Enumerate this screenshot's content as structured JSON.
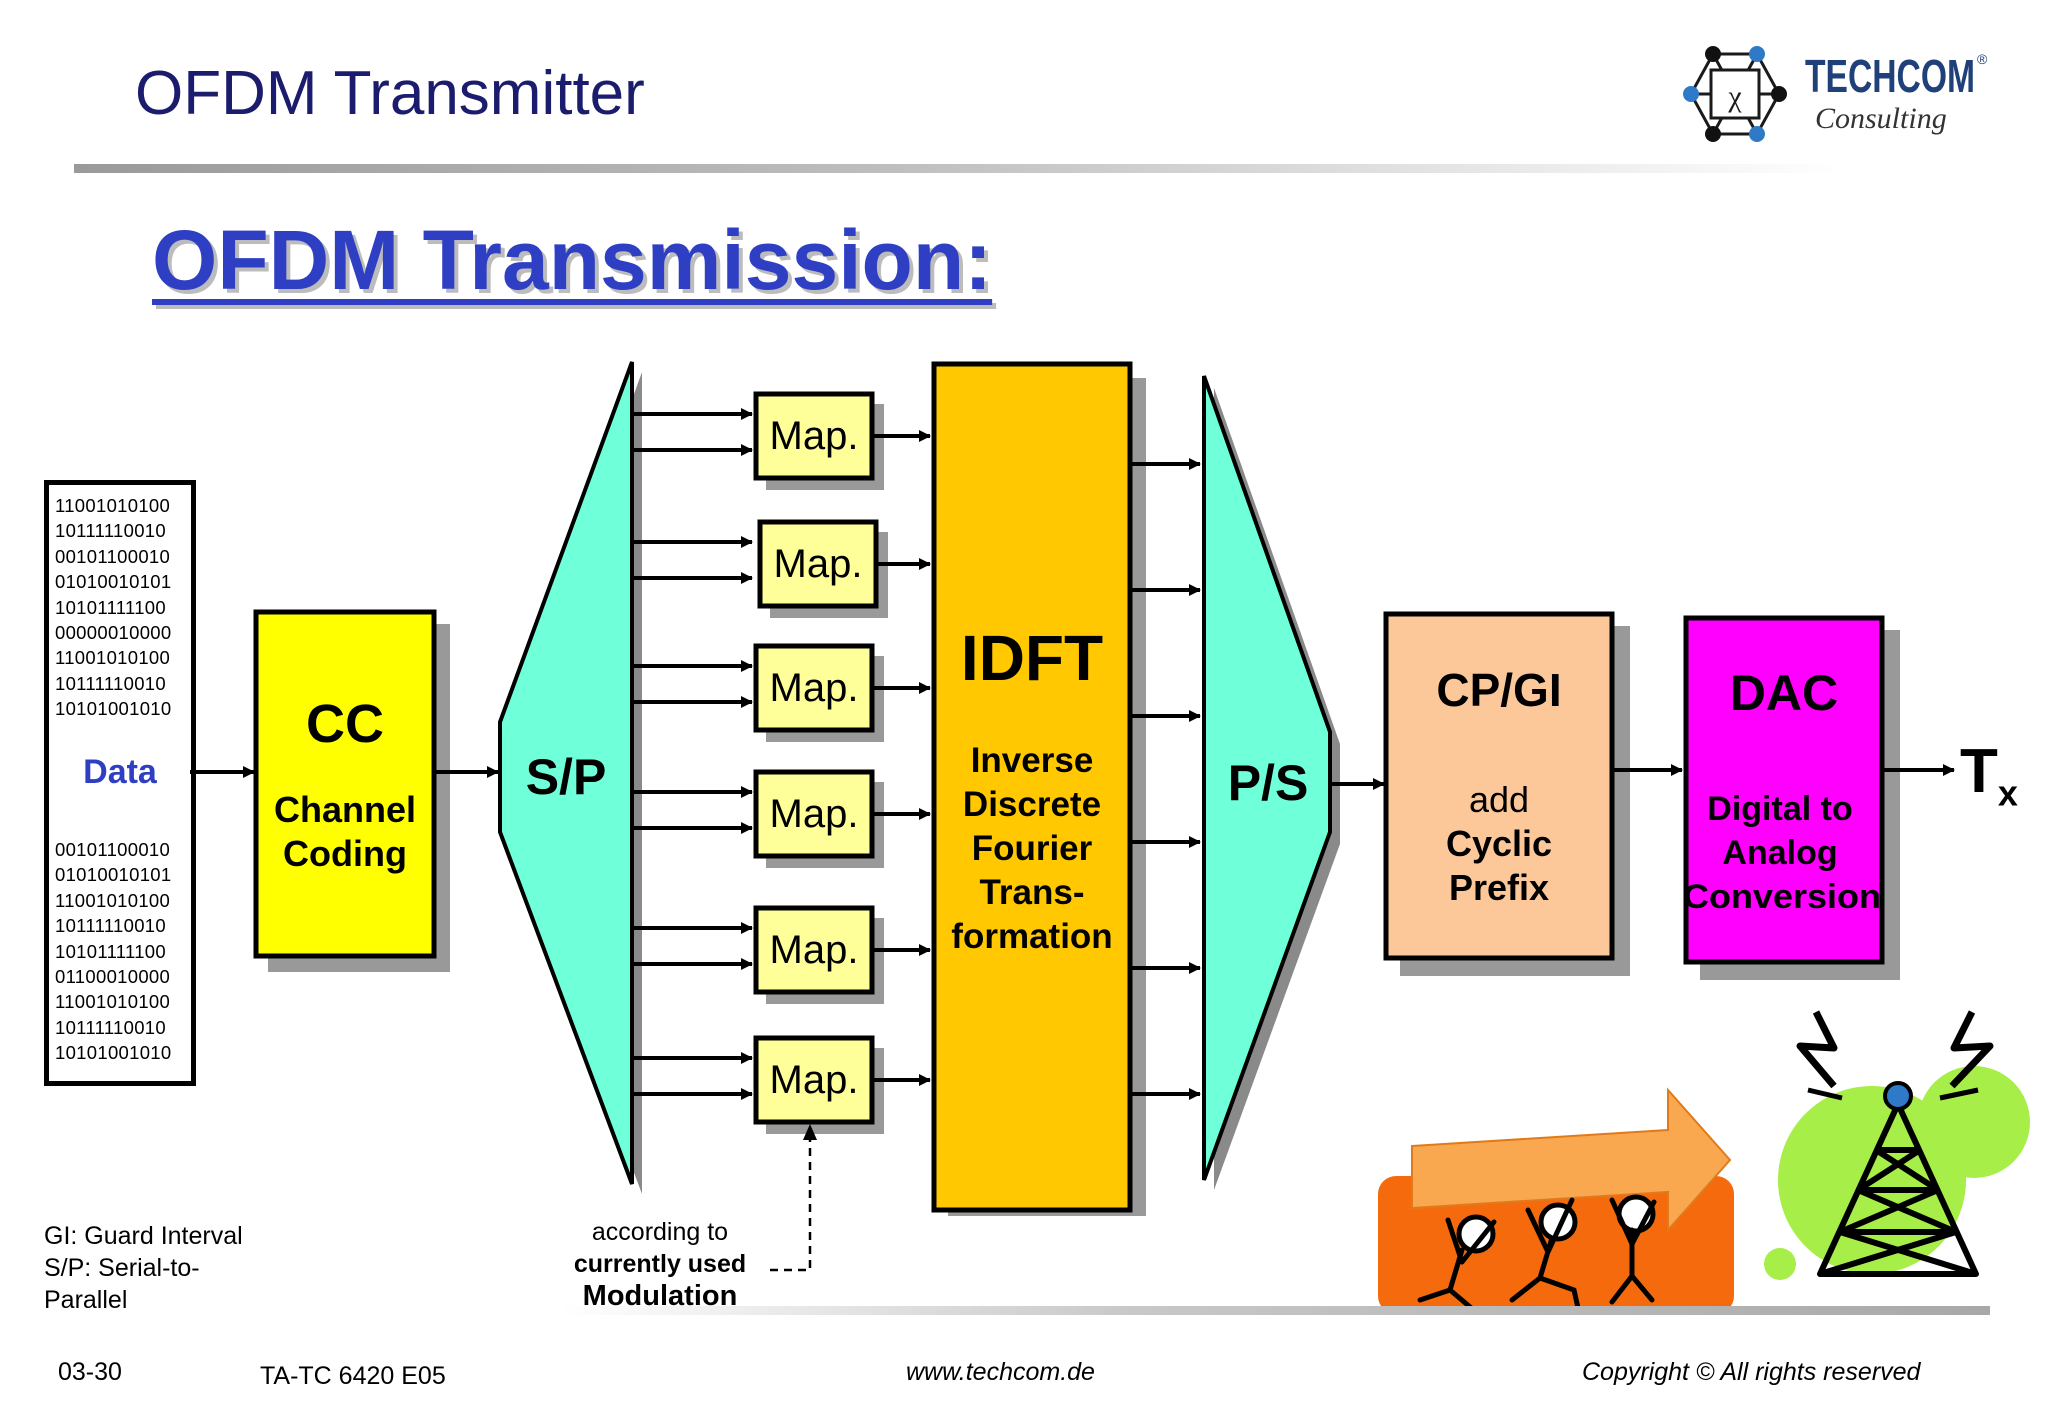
{
  "header": {
    "title": "OFDM Transmitter",
    "logo_name": "TECHCOM",
    "logo_registered": "®",
    "logo_sub": "Consulting"
  },
  "main_title": "OFDM Transmission:",
  "data_block": {
    "label": "Data",
    "bits_top": [
      "11001010100",
      "10111110010",
      "00101100010",
      "01010010101",
      "10101111100",
      "00000010000",
      "11001010100",
      "10111110010",
      "10101001010"
    ],
    "bits_bottom": [
      "00101100010",
      "01010010101",
      "11001010100",
      "10111110010",
      "10101111100",
      "01100010000",
      "11001010100",
      "10111110010",
      "10101001010"
    ]
  },
  "cc": {
    "title": "CC",
    "line1": "Channel",
    "line2": "Coding",
    "color": "#ffff00"
  },
  "sp": {
    "label": "S/P",
    "color": "#6fffd9"
  },
  "map_label": "Map.",
  "map_color": "#ffff99",
  "idft": {
    "title": "IDFT",
    "lines": [
      "Inverse",
      "Discrete",
      "Fourier",
      "Trans-",
      "formation"
    ],
    "color": "#ffc800"
  },
  "ps": {
    "label": "P/S"
  },
  "cp": {
    "title": "CP/GI",
    "line1": "add",
    "line2": "Cyclic",
    "line3": "Prefix",
    "color": "#fcc89a"
  },
  "dac": {
    "title": "DAC",
    "line1": "Digital to",
    "line2": "Analog",
    "line3": "Conversion",
    "color": "#ff00ff"
  },
  "output": {
    "main": "T",
    "sub": "x"
  },
  "legend": {
    "line1": "GI: Guard Interval",
    "line2": "S/P: Serial-to-",
    "line3": "Parallel"
  },
  "modulation_note": {
    "line1": "according to",
    "line2": "currently used",
    "line3": "Modulation"
  },
  "footer": {
    "page": "03-30",
    "code": "TA-TC 6420 E05",
    "url": "www.techcom.de",
    "copyright": "Copyright ©  All rights reserved"
  }
}
